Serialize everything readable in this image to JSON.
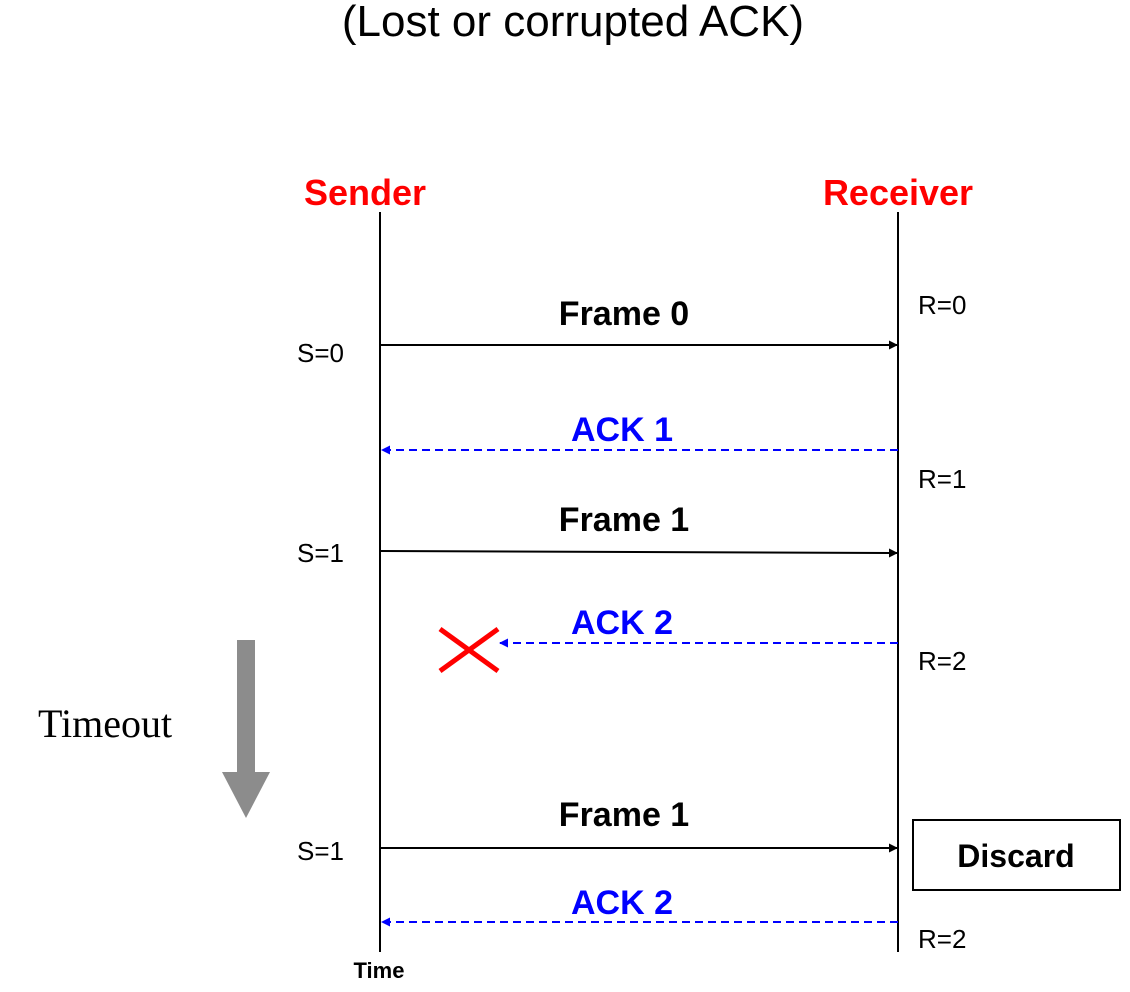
{
  "title": "(Lost or corrupted ACK)",
  "colors": {
    "actor": "#ff0000",
    "frame": "#000000",
    "ack": "#0000ff",
    "lost_marker": "#ff0000",
    "timeout_arrow": "#8c8c8c"
  },
  "sender": {
    "label": "Sender"
  },
  "receiver": {
    "label": "Receiver"
  },
  "time_label": "Time",
  "timeout_label": "Timeout",
  "messages": [
    {
      "label": "Frame 0",
      "kind": "frame",
      "direction": "sender-to-receiver",
      "state_label": "S=0"
    },
    {
      "label": "ACK 1",
      "kind": "ack",
      "direction": "receiver-to-sender"
    },
    {
      "label": "Frame 1",
      "kind": "frame",
      "direction": "sender-to-receiver",
      "state_label": "S=1"
    },
    {
      "label": "ACK 2",
      "kind": "ack",
      "direction": "receiver-to-sender",
      "lost": true
    },
    {
      "label": "Frame 1",
      "kind": "frame",
      "direction": "sender-to-receiver",
      "state_label": "S=1"
    },
    {
      "label": "ACK 2",
      "kind": "ack",
      "direction": "receiver-to-sender"
    }
  ],
  "receiver_states": [
    "R=0",
    "R=1",
    "R=2",
    "R=2"
  ],
  "discard_label": "Discard",
  "lost_marker_icon": "x-cross-icon",
  "timeout_arrow_icon": "arrow-down-icon"
}
